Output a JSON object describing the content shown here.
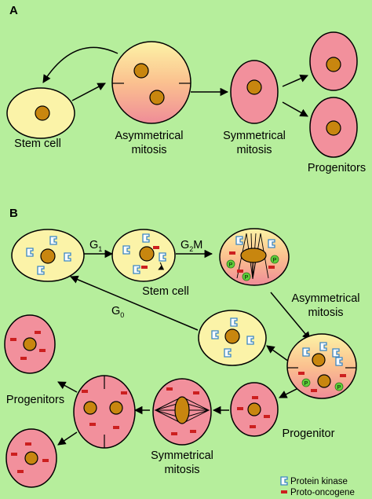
{
  "panel_a": {
    "label": "A",
    "stem_cell": "Stem cell",
    "asym_line1": "Asymmetrical",
    "asym_line2": "mitosis",
    "sym_line1": "Symmetrical",
    "sym_line2": "mitosis",
    "progenitors": "Progenitors"
  },
  "panel_b": {
    "label": "B",
    "g1_letter": "G",
    "g1_sub": "1",
    "g2m_letter": "G",
    "g2m_sub": "2",
    "g2m_suffix": "M",
    "g0_letter": "G",
    "g0_sub": "0",
    "stem_cell": "Stem cell",
    "asym_line1": "Asymmetrical",
    "asym_line2": "mitosis",
    "progenitors": "Progenitors",
    "progenitor": "Progenitor",
    "sym_line1": "Symmetrical",
    "sym_line2": "mitosis",
    "phospho_glyph": "P"
  },
  "legend": {
    "protein_kinase": "Protein kinase",
    "proto_oncogene": "Proto-oncogene"
  },
  "colors": {
    "background": "#b6ee9c",
    "stem_fill": "#fbf3a8",
    "progenitor_fill": "#f2909c",
    "nucleus": "#c8860f",
    "kinase": "#5aa8d8",
    "oncogene": "#cc1f1f",
    "phospho": "#5fcf3a"
  }
}
